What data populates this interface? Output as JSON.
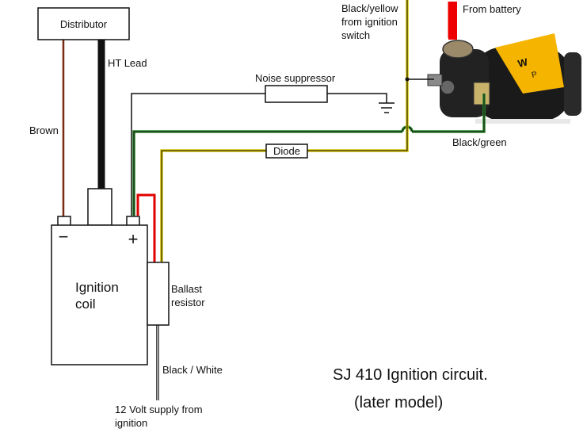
{
  "labels": {
    "distributor": "Distributor",
    "ht_lead": "HT Lead",
    "brown": "Brown",
    "noise_suppressor": "Noise suppressor",
    "diode": "Diode",
    "black_yellow": [
      "Black/yellow",
      "from ignition",
      "switch"
    ],
    "from_battery": "From battery",
    "black_green": "Black/green",
    "ignition_coil": [
      "Ignition",
      "coil"
    ],
    "minus": "−",
    "plus": "+",
    "ballast_resistor": [
      "Ballast",
      "resistor"
    ],
    "black_white": "Black / White",
    "supply": [
      "12 Volt supply from",
      "ignition"
    ],
    "title": "SJ 410 Ignition circuit.",
    "subtitle": "(later model)"
  },
  "colors": {
    "brown_wire": "#7a2a10",
    "black_wire": "#111111",
    "red_wire": "#e00000",
    "green_wire": "#2a8a2a",
    "yellow_wire": "#d8c400",
    "battery_red": "#ee0000",
    "solenoid_yellow": "#f5b400",
    "solenoid_body": "#1a1a1a"
  }
}
